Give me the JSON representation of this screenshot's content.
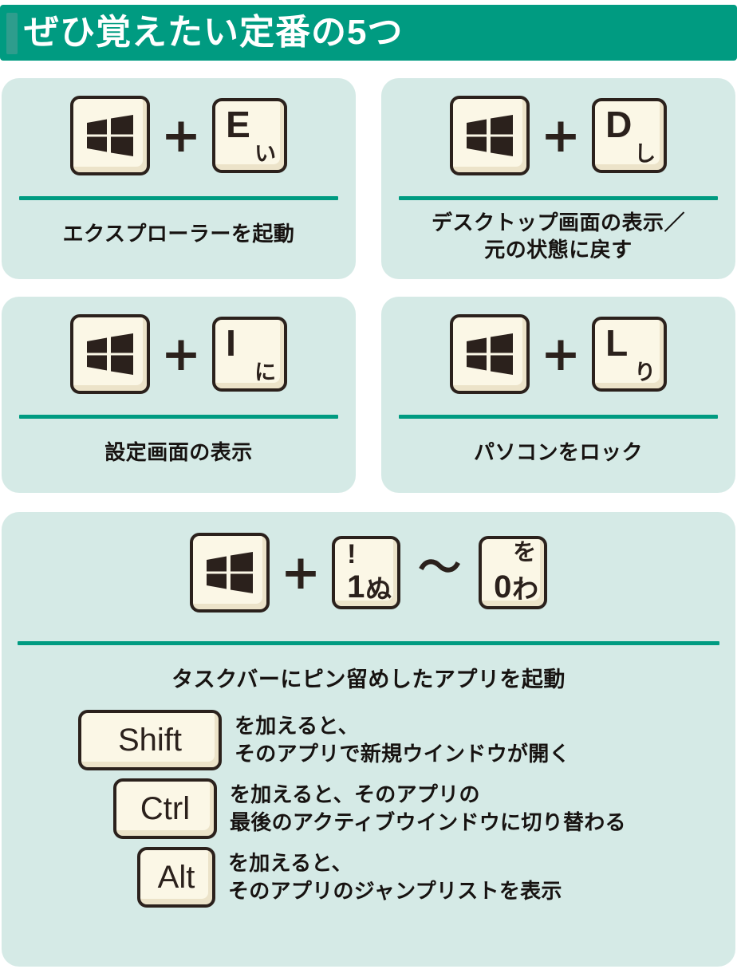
{
  "header": {
    "title": "ぜひ覚えたい定番の5つ",
    "bg_color": "#009b81",
    "text_color": "#ffffff"
  },
  "colors": {
    "card_bg": "#d5eae6",
    "divider": "#009b81",
    "key_face": "#fbf7e6",
    "key_border": "#2b211c",
    "text": "#171311"
  },
  "cards": [
    {
      "id": "explorer",
      "key1": {
        "type": "windows-key",
        "label": "Windows"
      },
      "separator": "+",
      "key2": {
        "type": "letter-key",
        "letter": "E",
        "kana": "い"
      },
      "caption": "エクスプローラーを起動"
    },
    {
      "id": "show-desktop",
      "key1": {
        "type": "windows-key",
        "label": "Windows"
      },
      "separator": "+",
      "key2": {
        "type": "letter-key",
        "letter": "D",
        "kana": "し"
      },
      "caption_line1": "デスクトップ画面の表示／",
      "caption_line2": "元の状態に戻す"
    },
    {
      "id": "settings",
      "key1": {
        "type": "windows-key",
        "label": "Windows"
      },
      "separator": "+",
      "key2": {
        "type": "letter-key",
        "letter": "I",
        "kana": "に"
      },
      "caption": "設定画面の表示"
    },
    {
      "id": "lock-pc",
      "key1": {
        "type": "windows-key",
        "label": "Windows"
      },
      "separator": "+",
      "key2": {
        "type": "letter-key",
        "letter": "L",
        "kana": "り"
      },
      "caption": "パソコンをロック"
    }
  ],
  "taskbar_card": {
    "key1": {
      "type": "windows-key",
      "label": "Windows"
    },
    "separator": "+",
    "key2": {
      "type": "number-key",
      "symbol": "!",
      "digit": "1",
      "kana": "ぬ"
    },
    "range_separator": "〜",
    "key3": {
      "type": "number-key",
      "kana_top": "を",
      "digit": "0",
      "kana": "わ"
    },
    "caption": "タスクバーにピン留めしたアプリを起動",
    "modifiers": [
      {
        "key_label": "Shift",
        "line1": "を加えると、",
        "line2": "そのアプリで新規ウインドウが開く"
      },
      {
        "key_label": "Ctrl",
        "line1": "を加えると、そのアプリの",
        "line2": "最後のアクティブウインドウに切り替わる"
      },
      {
        "key_label": "Alt",
        "line1": "を加えると、",
        "line2": "そのアプリのジャンプリストを表示"
      }
    ]
  }
}
